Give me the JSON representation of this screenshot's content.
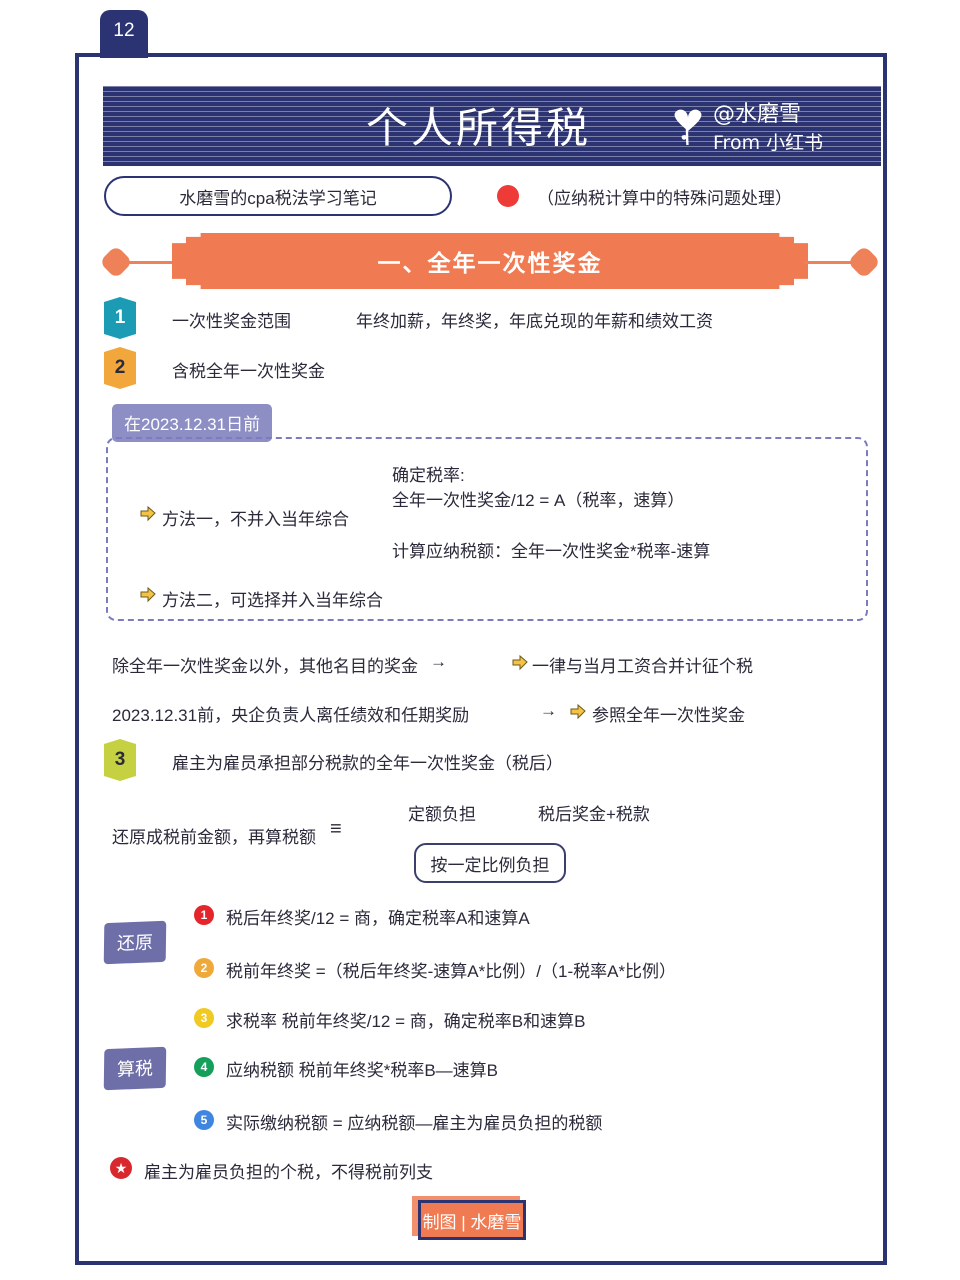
{
  "page": {
    "number": "12",
    "border_color": "#2b3372"
  },
  "header": {
    "title": "个人所得税",
    "handle": "@水磨雪",
    "from": "From 小红书",
    "banner_color": "#2b3372",
    "heart_icon": "heart-icon"
  },
  "subtitle": {
    "note_pill": "水磨雪的cpa税法学习笔记",
    "dot_color": "#ef3b38",
    "note": "（应纳税计算中的特殊问题处理）"
  },
  "section": {
    "banner_title": "一、全年一次性奖金",
    "banner_color": "#f07b52"
  },
  "items": {
    "badge1": "1",
    "badge1_label": "一次性奖金范围",
    "badge1_detail": "年终加薪，年终奖，年底兑现的年薪和绩效工资",
    "badge2": "2",
    "badge2_label": "含税全年一次性奖金",
    "badge3": "3",
    "badge3_label": "雇主为雇员承担部分税款的全年一次性奖金（税后）"
  },
  "dated_block": {
    "tag": "在2023.12.31日前",
    "method1": "方法一，不并入当年综合",
    "method1_line1": "确定税率:",
    "method1_line2": "全年一次性奖金/12 = A（税率，速算）",
    "method1_line3": "计算应纳税额：全年一次性奖金*税率-速算",
    "method2": "方法二，可选择并入当年综合"
  },
  "notes": [
    {
      "left": "除全年一次性奖金以外，其他名目的奖金",
      "arrow": "→",
      "right": "一律与当月工资合并计征个税"
    },
    {
      "left": "2023.12.31前，央企负责人离任绩效和任期奖励",
      "arrow": "→",
      "right": "参照全年一次性奖金"
    }
  ],
  "restore_block": {
    "lead": "还原成税前金额，再算税额",
    "equals": "≡",
    "branch1": "定额负担",
    "branch1_detail": "税后奖金+税款",
    "branch2_box": "按一定比例负担",
    "label_restore": "还原",
    "label_calc": "算税",
    "steps": [
      {
        "num": "❶",
        "text": "税后年终奖/12 = 商，确定税率A和速算A"
      },
      {
        "num": "❷",
        "text": "税前年终奖 =（税后年终奖-速算A*比例）/（1-税率A*比例）"
      },
      {
        "num": "❸",
        "text": "求税率 税前年终奖/12 = 商，确定税率B和速算B"
      },
      {
        "num": "❹",
        "text": "应纳税额 税前年终奖*税率B—速算B"
      },
      {
        "num": "❺",
        "text": "实际缴纳税额 = 应纳税额—雇主为雇员负担的税额"
      }
    ]
  },
  "footer": {
    "warning_icon": "star-icon",
    "warning": "雇主为雇员负担的个税，不得税前列支",
    "credit_button": "制图 | 水磨雪"
  }
}
